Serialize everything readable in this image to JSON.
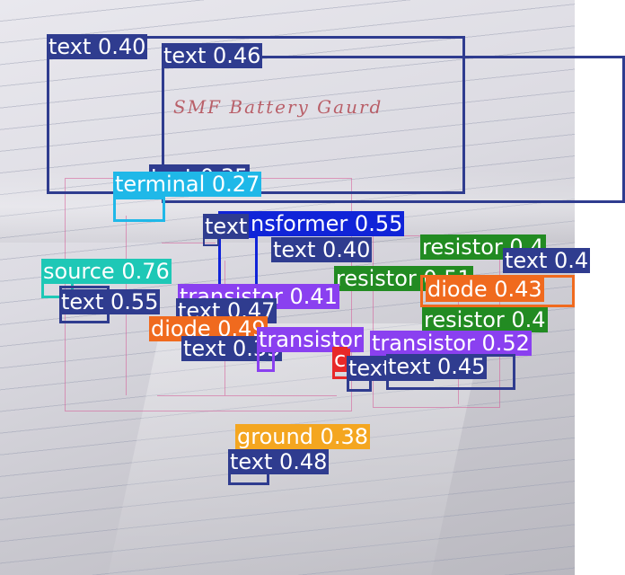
{
  "handwriting": "SMF Battery Gaurd",
  "colors": {
    "text": "#2f3c8f",
    "terminal": "#1fb8e8",
    "transformer": "#1024d8",
    "source": "#1ec8b6",
    "resistor": "#228b22",
    "diode": "#f06a1e",
    "transistor": "#8a40f0",
    "capacitor": "#e82828",
    "ground": "#f4a620"
  },
  "detections": [
    {
      "cls": "text",
      "label": "text 0.40"
    },
    {
      "cls": "text",
      "label": "text 0.46"
    },
    {
      "cls": "text",
      "label": "text 0.35"
    },
    {
      "cls": "terminal",
      "label": "terminal 0.27"
    },
    {
      "cls": "transformer",
      "label": "transformer 0.55"
    },
    {
      "cls": "text",
      "label": "text"
    },
    {
      "cls": "text",
      "label": "text 0.40"
    },
    {
      "cls": "resistor",
      "label": "resistor 0.4"
    },
    {
      "cls": "text",
      "label": "text 0.4"
    },
    {
      "cls": "source",
      "label": "source 0.76"
    },
    {
      "cls": "resistor",
      "label": "resistor 0.51"
    },
    {
      "cls": "diode",
      "label": "diode 0.43"
    },
    {
      "cls": "text",
      "label": "text 0.55"
    },
    {
      "cls": "transistor",
      "label": "transistor 0.41"
    },
    {
      "cls": "text",
      "label": "text 0.47"
    },
    {
      "cls": "resistor",
      "label": "resistor 0.4"
    },
    {
      "cls": "diode",
      "label": "diode 0.49"
    },
    {
      "cls": "text",
      "label": "text 0.35"
    },
    {
      "cls": "transistor",
      "label": "transistor"
    },
    {
      "cls": "capacitor",
      "label": "c"
    },
    {
      "cls": "transistor",
      "label": "transistor 0.52"
    },
    {
      "cls": "text",
      "label": "text 0.4"
    },
    {
      "cls": "text",
      "label": "text 0.45"
    },
    {
      "cls": "ground",
      "label": "ground 0.38"
    },
    {
      "cls": "text",
      "label": "text 0.48"
    }
  ]
}
